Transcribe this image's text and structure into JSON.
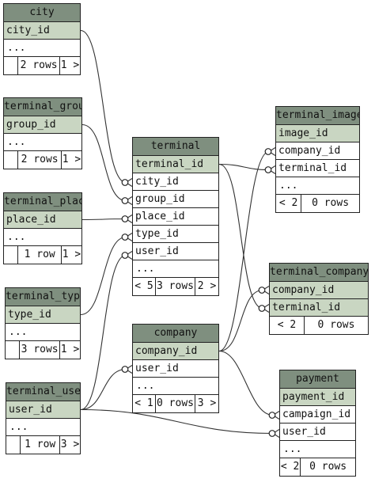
{
  "tables": [
    {
      "key": "city",
      "name": "city",
      "columns": [
        {
          "name": "city_id",
          "pk": true
        }
      ],
      "more": "...",
      "footer": [
        "",
        "2 rows",
        "1 >"
      ]
    },
    {
      "key": "terminal_group",
      "name": "terminal_group",
      "columns": [
        {
          "name": "group_id",
          "pk": true
        }
      ],
      "more": "...",
      "footer": [
        "",
        "2 rows",
        "1 >"
      ]
    },
    {
      "key": "terminal_place",
      "name": "terminal_place",
      "columns": [
        {
          "name": "place_id",
          "pk": true
        }
      ],
      "more": "...",
      "footer": [
        "",
        "1 row",
        "1 >"
      ]
    },
    {
      "key": "terminal_type",
      "name": "terminal_type",
      "columns": [
        {
          "name": "type_id",
          "pk": true
        }
      ],
      "more": "...",
      "footer": [
        "",
        "3 rows",
        "1 >"
      ]
    },
    {
      "key": "terminal_user",
      "name": "terminal_user",
      "columns": [
        {
          "name": "user_id",
          "pk": true
        }
      ],
      "more": "...",
      "footer": [
        "",
        "1 row",
        "3 >"
      ]
    },
    {
      "key": "terminal",
      "name": "terminal",
      "columns": [
        {
          "name": "terminal_id",
          "pk": true
        },
        {
          "name": "city_id",
          "pk": false
        },
        {
          "name": "group_id",
          "pk": false
        },
        {
          "name": "place_id",
          "pk": false
        },
        {
          "name": "type_id",
          "pk": false
        },
        {
          "name": "user_id",
          "pk": false
        }
      ],
      "more": "...",
      "footer": [
        "< 5",
        "3 rows",
        "2 >"
      ]
    },
    {
      "key": "company",
      "name": "company",
      "columns": [
        {
          "name": "company_id",
          "pk": true
        },
        {
          "name": "user_id",
          "pk": false
        }
      ],
      "more": "...",
      "footer": [
        "< 1",
        "0 rows",
        "3 >"
      ]
    },
    {
      "key": "terminal_image",
      "name": "terminal_image",
      "columns": [
        {
          "name": "image_id",
          "pk": true
        },
        {
          "name": "company_id",
          "pk": false
        },
        {
          "name": "terminal_id",
          "pk": false
        }
      ],
      "more": "...",
      "footer": [
        "< 2",
        "0 rows"
      ]
    },
    {
      "key": "terminal_company",
      "name": "terminal_company",
      "columns": [
        {
          "name": "company_id",
          "pk": true
        },
        {
          "name": "terminal_id",
          "pk": true
        }
      ],
      "more": null,
      "footer": [
        "< 2",
        "0 rows"
      ]
    },
    {
      "key": "payment",
      "name": "payment",
      "columns": [
        {
          "name": "payment_id",
          "pk": true
        },
        {
          "name": "campaign_id",
          "pk": false
        },
        {
          "name": "user_id",
          "pk": false
        }
      ],
      "more": "...",
      "footer": [
        "< 2",
        "0 rows"
      ]
    }
  ],
  "relations": [
    {
      "from": "city.city_id",
      "to": "terminal.city_id"
    },
    {
      "from": "terminal_group.group_id",
      "to": "terminal.group_id"
    },
    {
      "from": "terminal_place.place_id",
      "to": "terminal.place_id"
    },
    {
      "from": "terminal_type.type_id",
      "to": "terminal.type_id"
    },
    {
      "from": "terminal_user.user_id",
      "to": "terminal.user_id"
    },
    {
      "from": "terminal_user.user_id",
      "to": "company.user_id"
    },
    {
      "from": "terminal_user.user_id",
      "to": "payment.user_id"
    },
    {
      "from": "terminal.terminal_id",
      "to": "terminal_image.terminal_id"
    },
    {
      "from": "terminal.terminal_id",
      "to": "terminal_company.terminal_id"
    },
    {
      "from": "company.company_id",
      "to": "terminal_image.company_id"
    },
    {
      "from": "company.company_id",
      "to": "terminal_company.company_id"
    },
    {
      "from": "company.company_id",
      "to": "payment.campaign_id"
    }
  ]
}
